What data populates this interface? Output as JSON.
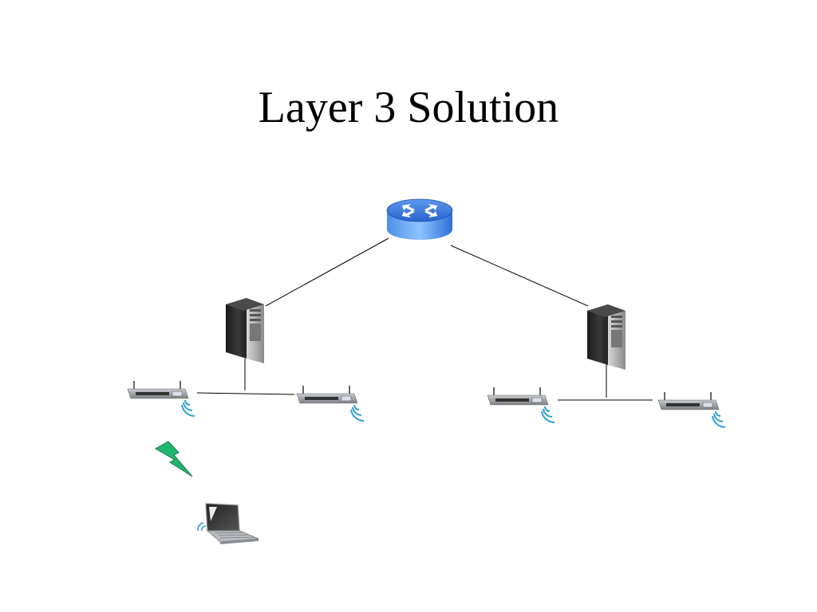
{
  "slide": {
    "title": "Layer 3 Solution"
  },
  "diagram": {
    "nodes": [
      {
        "id": "router",
        "icon": "router-icon"
      },
      {
        "id": "server-left",
        "icon": "server-tower-icon"
      },
      {
        "id": "server-right",
        "icon": "server-tower-icon"
      },
      {
        "id": "ap-1",
        "icon": "wireless-access-point-icon"
      },
      {
        "id": "ap-2",
        "icon": "wireless-access-point-icon"
      },
      {
        "id": "ap-3",
        "icon": "wireless-access-point-icon"
      },
      {
        "id": "ap-4",
        "icon": "wireless-access-point-icon"
      },
      {
        "id": "laptop",
        "icon": "wireless-laptop-icon"
      },
      {
        "id": "link",
        "icon": "lightning-bolt-icon"
      }
    ],
    "edges": [
      [
        "router",
        "server-left"
      ],
      [
        "router",
        "server-right"
      ],
      [
        "server-left",
        "ap-1"
      ],
      [
        "server-left",
        "ap-2"
      ],
      [
        "server-right",
        "ap-3"
      ],
      [
        "server-right",
        "ap-4"
      ]
    ],
    "colors": {
      "router": "#2f6fd6",
      "server": "#2a2a2a",
      "access_point": "#8c8f94",
      "signal_waves": "#2f9fd0",
      "bolt": "#1fae6a"
    }
  }
}
